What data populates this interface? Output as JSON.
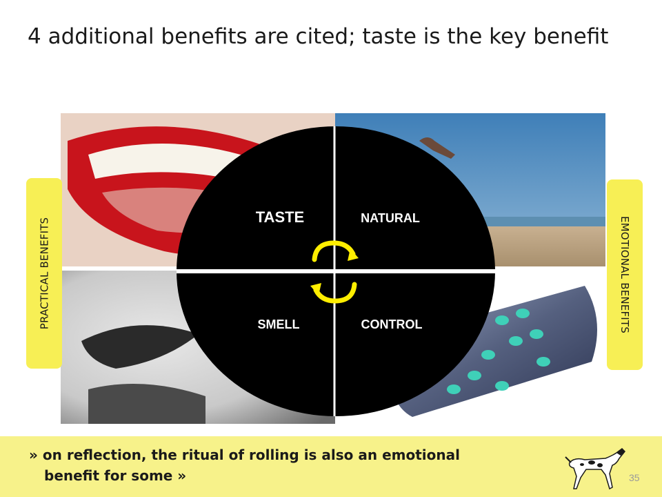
{
  "slide": {
    "title": "4 additional benefits are cited; taste is the key benefit",
    "page_number": "35"
  },
  "side_labels": {
    "left": "PRACTICAL BENEFITS",
    "right": "EMOTIONAL BENEFITS"
  },
  "circle_quadrants": {
    "top_left": "TASTE",
    "top_right": "NATURAL",
    "bottom_left": "SMELL",
    "bottom_right": "CONTROL"
  },
  "quote": {
    "line1": "» on reflection, the ritual of rolling is also an emotional",
    "line2": "benefit for some »"
  },
  "images": [
    "smiling-mouth",
    "beach-jump",
    "face-closeup",
    "tv-remote",
    "pointer-dog"
  ],
  "colors": {
    "label_yellow": "#f7ef55",
    "band_yellow": "#f7f28a",
    "circle_black": "#000000",
    "arrow_yellow": "#ffee00"
  }
}
